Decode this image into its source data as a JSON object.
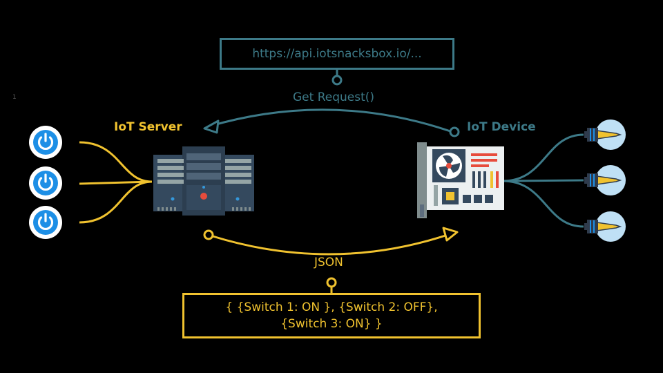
{
  "url_box": {
    "text": "https://api.iotsnacksbox.io/..."
  },
  "request_label": "Get Request()",
  "response_label": "JSON",
  "json_box": {
    "text": "{ {Switch 1: ON }, {Switch 2: OFF},\n{Switch 3: ON} }"
  },
  "server": {
    "label": "IoT Server",
    "icon": "server-rack-icon"
  },
  "device": {
    "label": "IoT Device",
    "icon": "circuit-board-icon"
  },
  "switches": [
    {
      "icon": "power-button-icon"
    },
    {
      "icon": "power-button-icon"
    },
    {
      "icon": "power-button-icon"
    }
  ],
  "bulbs": [
    {
      "icon": "light-bulb-icon"
    },
    {
      "icon": "light-bulb-icon"
    },
    {
      "icon": "light-bulb-icon"
    }
  ],
  "page_marker": "1",
  "colors": {
    "background": "#000000",
    "server_accent": "#f0c22f",
    "device_accent": "#3d7a88"
  }
}
